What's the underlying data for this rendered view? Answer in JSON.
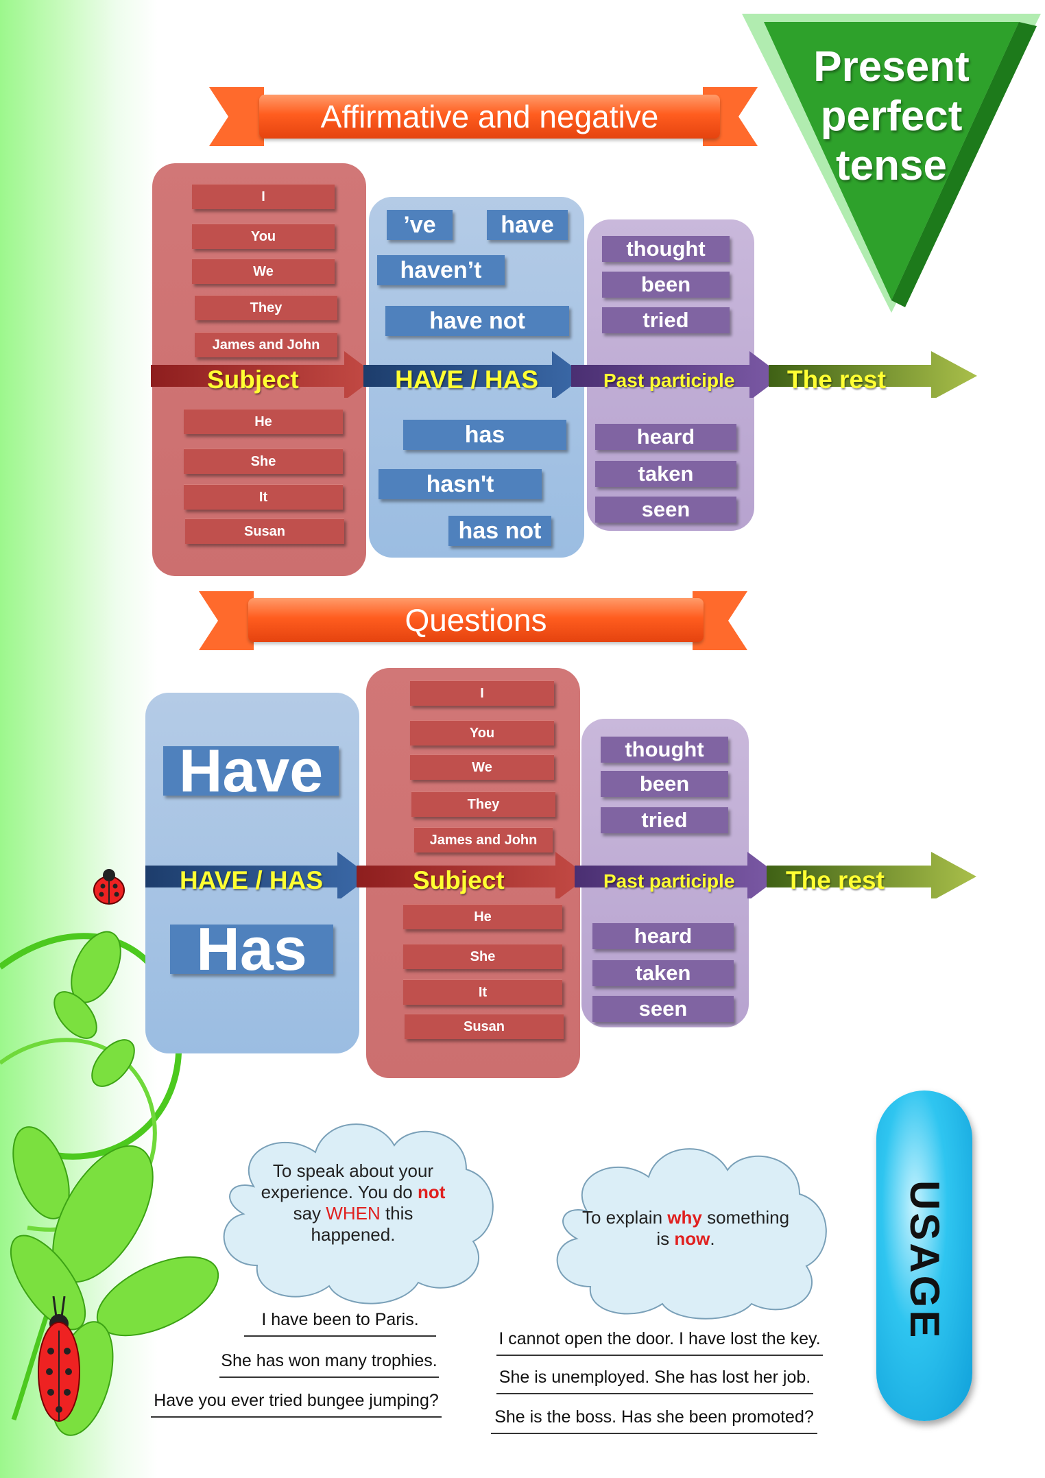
{
  "title": "Present perfect tense",
  "colors": {
    "title_green": "#2ea12b",
    "banner_orange": "#ff5d1f",
    "subject_red": "#c0504d",
    "have_blue": "#4f81bd",
    "participle_purple": "#8064a2",
    "arrow_label_yellow": "#ffff33",
    "highlight_red": "#e0201f",
    "usage_blue": "#1fb4e8"
  },
  "affirmative": {
    "banner": "Affirmative and negative",
    "subjects_plural": [
      "I",
      "You",
      "We",
      "They",
      "James and John"
    ],
    "subjects_singular": [
      "He",
      "She",
      "It",
      "Susan"
    ],
    "have_forms": [
      "’ve",
      "have",
      "haven’t",
      "have not"
    ],
    "has_forms": [
      "has",
      "hasn't",
      "has not"
    ],
    "participles_top": [
      "thought",
      "been",
      "tried"
    ],
    "participles_bottom": [
      "heard",
      "taken",
      "seen"
    ],
    "arrow": [
      "Subject",
      "HAVE / HAS",
      "Past participle",
      "The rest"
    ]
  },
  "questions": {
    "banner": "Questions",
    "have": "Have",
    "has": "Has",
    "subjects_plural": [
      "I",
      "You",
      "We",
      "They",
      "James and John"
    ],
    "subjects_singular": [
      "He",
      "She",
      "It",
      "Susan"
    ],
    "participles_top": [
      "thought",
      "been",
      "tried"
    ],
    "participles_bottom": [
      "heard",
      "taken",
      "seen"
    ],
    "arrow": [
      "HAVE / HAS",
      "Subject",
      "Past participle",
      "The rest"
    ]
  },
  "usage": {
    "label": "USAGE",
    "cloud1": {
      "line1": "To speak about your",
      "line2a": "experience. You do ",
      "line2b": "not",
      "line3a": "say ",
      "line3b": "WHEN",
      "line3c": " this",
      "line4": "happened."
    },
    "cloud2": {
      "line1a": "To explain ",
      "line1b": "why",
      "line1c": " something",
      "line2a": "is ",
      "line2b": "now",
      "line2c": "."
    },
    "examples1": [
      "I have been to Paris.",
      "She has won many trophies.",
      "Have you ever tried bungee jumping?"
    ],
    "examples2": [
      "I cannot open the door. I have lost the key.",
      "She is unemployed. She has lost her job.",
      "She is the boss. Has she been promoted?"
    ]
  }
}
